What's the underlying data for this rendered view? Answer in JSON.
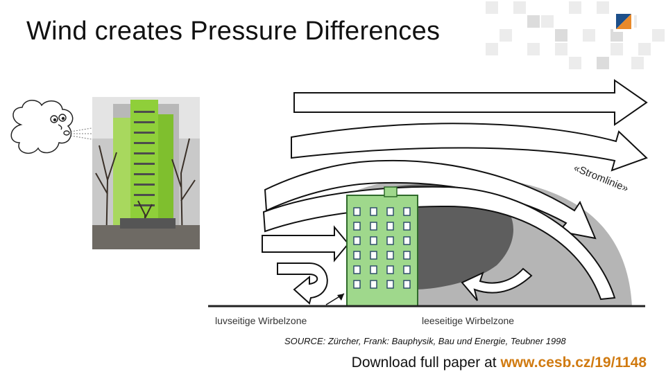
{
  "slide": {
    "title": "Wind creates Pressure Differences"
  },
  "diagram": {
    "streamline_label": "«Stromlinie»",
    "windward_label": "luvseitige Wirbelzone",
    "leeward_label": "leeseitige Wirbelzone"
  },
  "footer": {
    "source": "SOURCE: Zürcher, Frank: Bauphysik, Bau und Energie, Teubner 1998",
    "download_prefix": "Download full paper at ",
    "download_url": "www.cesb.cz/19/",
    "download_id": "1148"
  },
  "colors": {
    "building_green": "#9fd88c",
    "building_stroke": "#2f6a2a",
    "accent_orange": "#d07a10",
    "logo_blue": "#1c4f8a",
    "logo_orange": "#e8892a"
  },
  "icons": [
    "wind-cloud-icon",
    "building-photo",
    "brand-logo-icon"
  ]
}
